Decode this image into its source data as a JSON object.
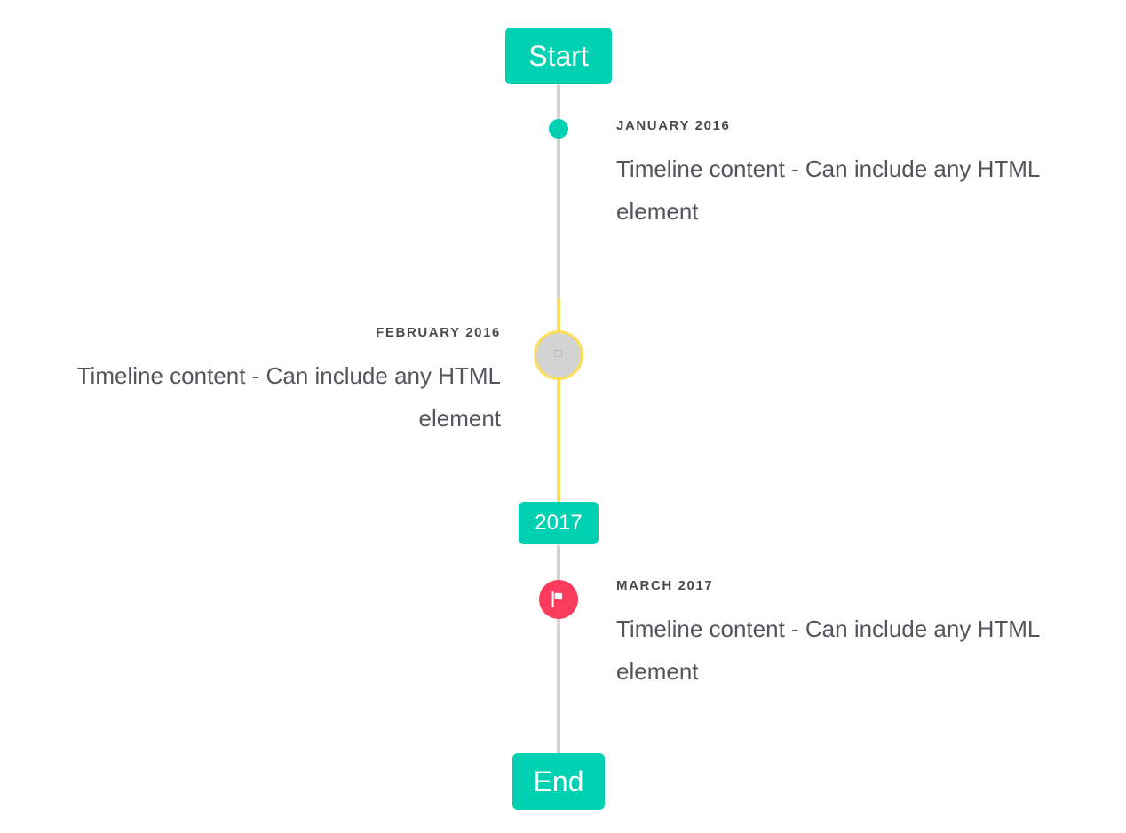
{
  "page": {
    "title": "Timeline",
    "background_color": "#ffffff"
  },
  "colors": {
    "accent_teal": "#00d1b2",
    "accent_yellow": "#ffdd57",
    "accent_pink": "#fb3b5c",
    "rail_gray": "#d4d4d4",
    "marker_gray": "#d3d3d3",
    "header_text": "#4a4a4a",
    "body_text": "#54555a"
  },
  "badges": {
    "start": "Start",
    "middle": "2017",
    "end": "End"
  },
  "entries": [
    {
      "header": "January 2016",
      "text": "Timeline content - Can include any HTML element",
      "side": "right",
      "marker": "dot-icon"
    },
    {
      "header": "February 2016",
      "text": "Timeline content - Can include any HTML element",
      "side": "left",
      "marker": "broken-image-icon"
    },
    {
      "header": "March 2017",
      "text": "Timeline content - Can include any HTML element",
      "side": "right",
      "marker": "flag-icon"
    }
  ]
}
